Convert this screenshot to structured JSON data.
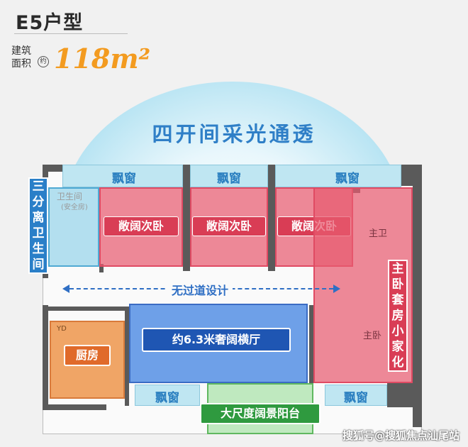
{
  "header": {
    "title": "E5户型",
    "area_label": "建筑面积",
    "approx_badge": "约",
    "area_value": "118m²"
  },
  "dome_caption": "四开间采光通透",
  "bay_windows": {
    "top_1": "飘窗",
    "top_2": "飘窗",
    "top_3": "飘窗",
    "bottom_left": "飘窗",
    "bottom_right": "飘窗"
  },
  "rooms": {
    "bedroom_1": "敞阔次卧",
    "bedroom_2": "敞阔次卧",
    "bedroom_3": "敞阔次卧",
    "bath_sign": "卫生间",
    "bath_sub": "(安全房)",
    "main_bath_small": "主卫",
    "main_bedroom_small": "主卧",
    "kitchen": "厨房",
    "kitchen_mark": "YD",
    "living": "约6.3米奢阔横厅",
    "balcony": "大尺度阔景阳台"
  },
  "side_tags": {
    "bathroom_vertical": "三分离卫生间",
    "master_vertical": "主卧套房小家化"
  },
  "corridor": "无过道设计",
  "watermark": "搜狐号@搜狐焦点汕尾站"
}
